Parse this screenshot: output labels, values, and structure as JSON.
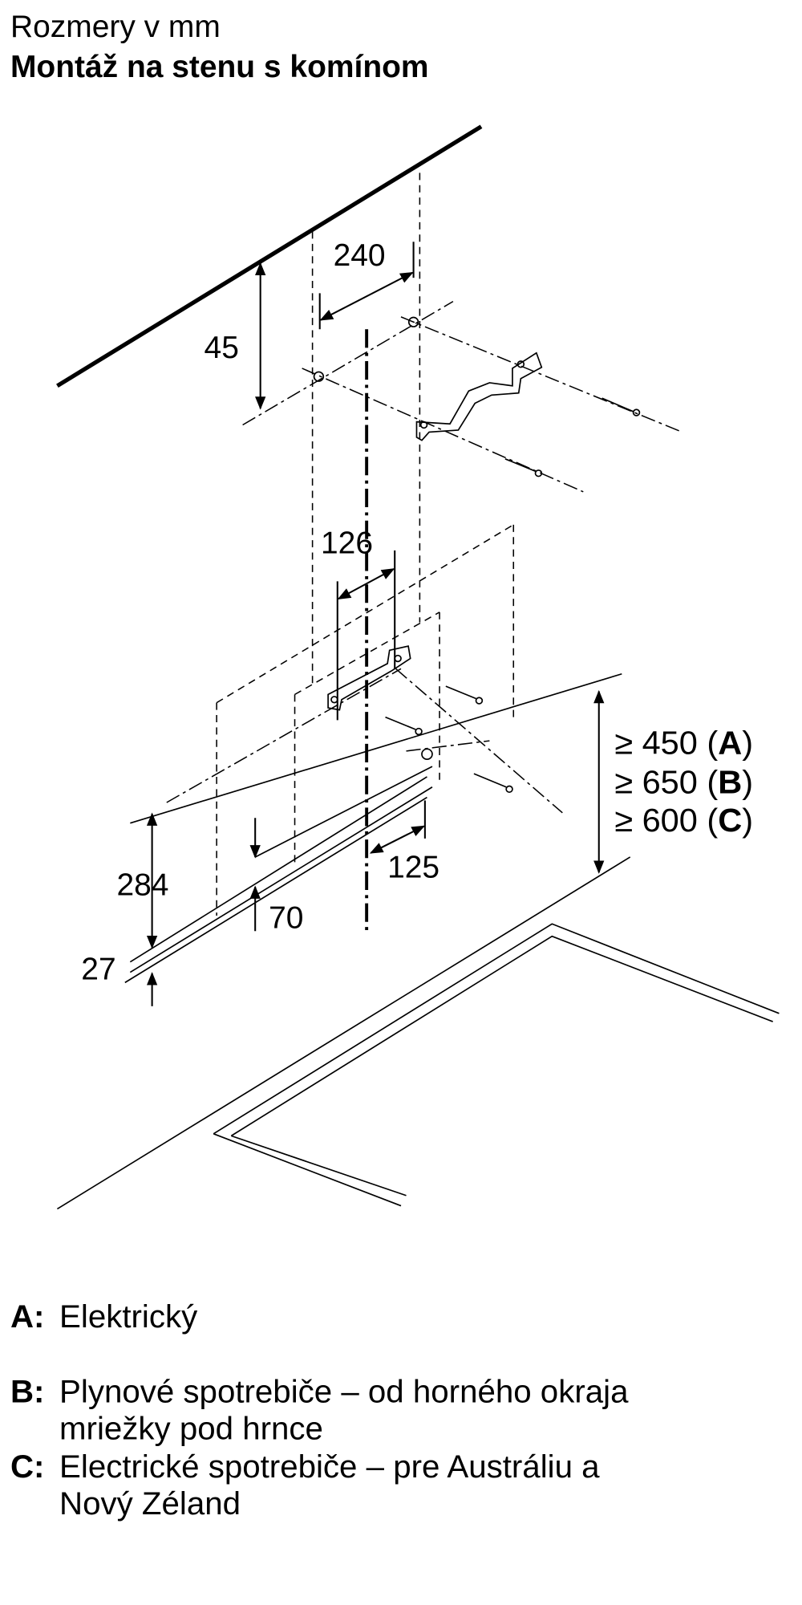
{
  "header": {
    "subtitle": "Rozmery v mm",
    "title": "Montáž na stenu s komínom"
  },
  "dimensions": {
    "d240": "240",
    "d45": "45",
    "d126": "126",
    "d125": "125",
    "d284": "284",
    "d70": "70",
    "d27": "27",
    "minA": {
      "prefix": "≥ 450 (",
      "key": "A",
      "suffix": ")"
    },
    "minB": {
      "prefix": "≥ 650 (",
      "key": "B",
      "suffix": ")"
    },
    "minC": {
      "prefix": "≥ 600 (",
      "key": "C",
      "suffix": ")"
    }
  },
  "legend": [
    {
      "key": "A:",
      "lines": [
        "Elektrický"
      ]
    },
    {
      "key": "B:",
      "lines": [
        "Plynové spotrebiče – od horného okraja",
        "mriežky pod hrnce"
      ]
    },
    {
      "key": "C:",
      "lines": [
        "Electrické spotrebiče – pre Austráliu a",
        "Nový Zéland"
      ]
    }
  ]
}
